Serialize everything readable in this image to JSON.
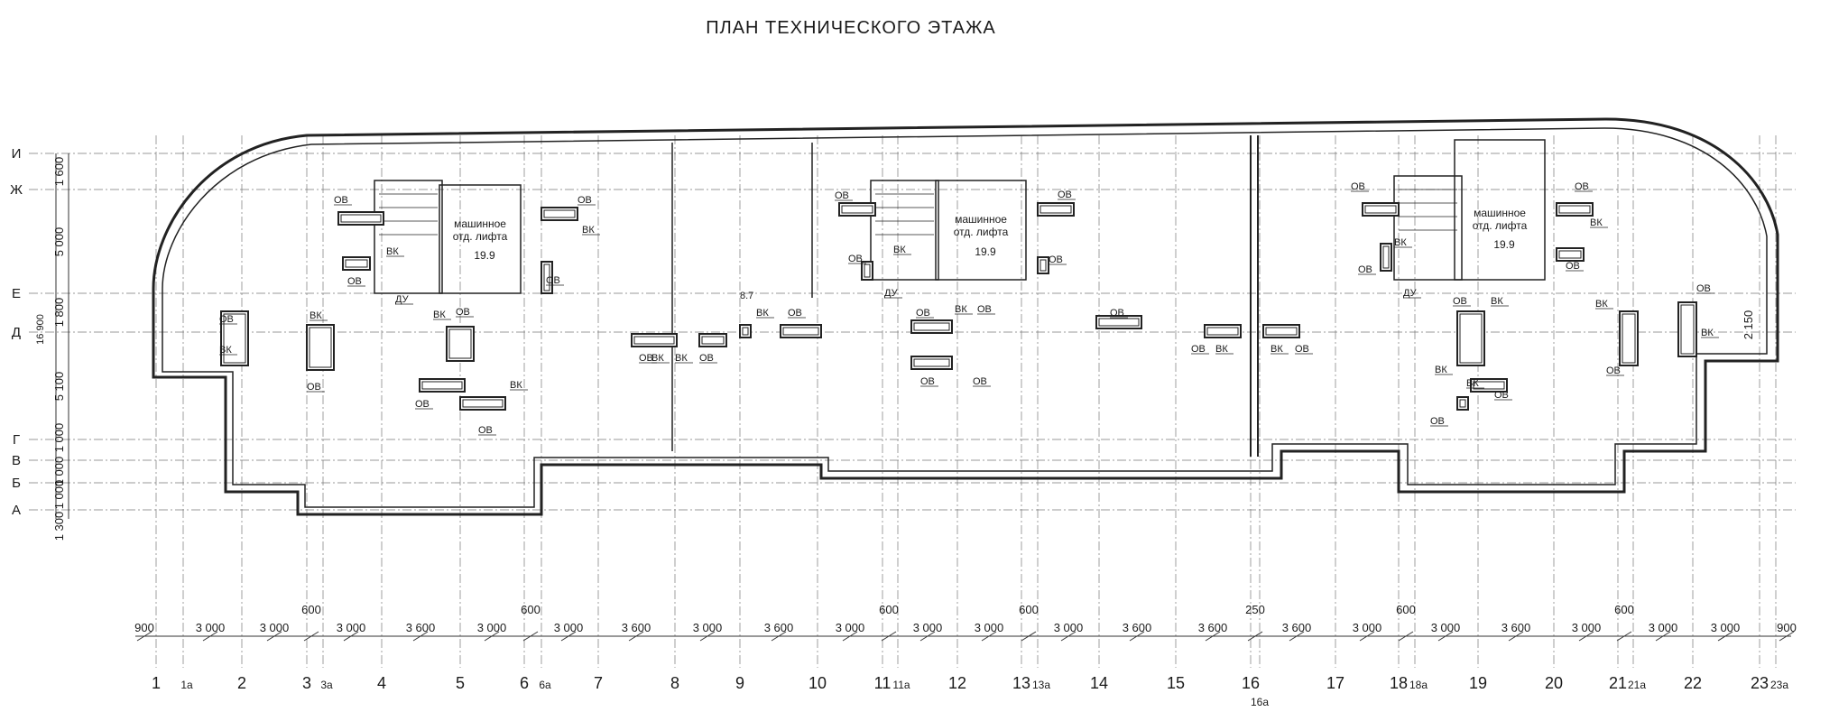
{
  "title": "ПЛАН ТЕХНИЧЕСКОГО ЭТАЖА",
  "axes_vertical": [
    "1",
    "1а",
    "2",
    "3",
    "3а",
    "4",
    "5",
    "6",
    "6а",
    "7",
    "8",
    "9",
    "10",
    "11",
    "11а",
    "12",
    "13",
    "13а",
    "14",
    "15",
    "16",
    "16а",
    "17",
    "18",
    "18а",
    "19",
    "20",
    "21",
    "21а",
    "22",
    "23",
    "23а"
  ],
  "axes_horizontal": [
    "И",
    "Ж",
    "Е",
    "Д",
    "Г",
    "В",
    "Б",
    "А"
  ],
  "dims_bottom": [
    "900",
    "3 000",
    "3 000",
    "600",
    "3 000",
    "3 600",
    "3 000",
    "600",
    "3 000",
    "3 600",
    "3 000",
    "3 600",
    "3 000",
    "600",
    "3 000",
    "3 000",
    "600",
    "3 000",
    "3 600",
    "3 600",
    "250",
    "3 600",
    "3 000",
    "600",
    "3 000",
    "3 600",
    "3 000",
    "600",
    "3 000",
    "3 000",
    "900"
  ],
  "dims_left": [
    "1 600",
    "5 000",
    "1 800",
    "16 900",
    "5 100",
    "1 000",
    "1 000",
    "1 000",
    "1 300"
  ],
  "dim_right": "2 150",
  "rooms": [
    {
      "name": "машинное",
      "sub": "отд. лифта",
      "area": "19.9"
    },
    {
      "name": "машинное",
      "sub": "отд. лифта",
      "area": "19.9"
    },
    {
      "name": "машинное",
      "sub": "отд. лифта",
      "area": "19.9"
    }
  ],
  "mark_87": "8.7",
  "labels": {
    "ov": "ОВ",
    "vk": "ВК",
    "du": "ДУ"
  }
}
